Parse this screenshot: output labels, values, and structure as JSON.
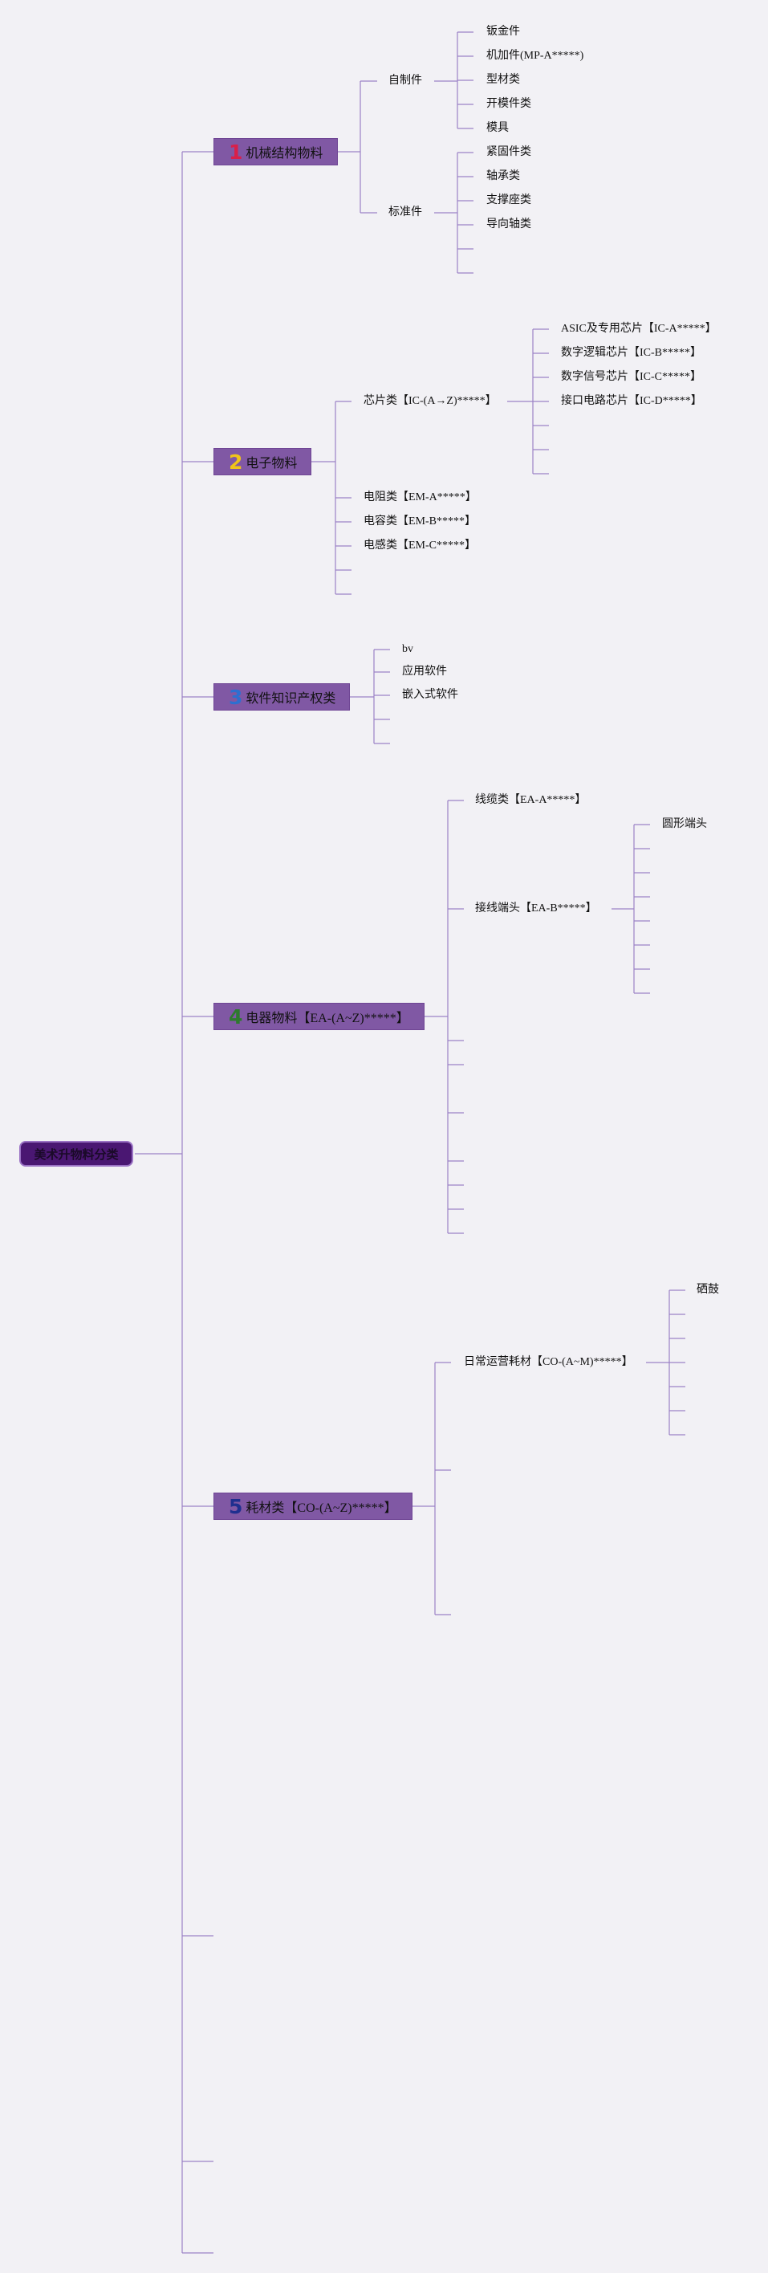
{
  "root": {
    "label": "美术升物料分类"
  },
  "colors": {
    "line": "#9b82c6",
    "root_bg": "#4a1772",
    "branch_bg": "#8058a4"
  },
  "branches": [
    {
      "number": "1",
      "number_color": "#d8204a",
      "label": "机械结构物料",
      "groups": [
        {
          "label": "自制件",
          "items": [
            "钣金件",
            "机加件(MP-A*****)",
            "型材类",
            "开模件类",
            "模具"
          ]
        },
        {
          "label": "标准件",
          "items": [
            "紧固件类",
            "轴承类",
            "支撑座类",
            "导向轴类",
            "",
            ""
          ]
        }
      ]
    },
    {
      "number": "2",
      "number_color": "#f0c419",
      "label": "电子物料",
      "groups": [
        {
          "label": "芯片类【IC-(A→Z)*****】",
          "items": [
            "ASIC及专用芯片【IC-A*****】",
            "数字逻辑芯片【IC-B*****】",
            "数字信号芯片【IC-C*****】",
            "接口电路芯片【IC-D*****】",
            "",
            "",
            ""
          ]
        }
      ],
      "items": [
        "电阻类【EM-A*****】",
        "电容类【EM-B*****】",
        "电感类【EM-C*****】",
        "",
        ""
      ]
    },
    {
      "number": "3",
      "number_color": "#2e6fd0",
      "label": "软件知识产权类",
      "items": [
        "bv",
        "应用软件",
        "嵌入式软件",
        "",
        ""
      ]
    },
    {
      "number": "4",
      "number_color": "#2e7a2e",
      "label": "电器物料【EA-(A~Z)*****】",
      "groups": [
        {
          "label": "线缆类【EA-A*****】",
          "items": []
        },
        {
          "label": "接线端头【EA-B*****】",
          "items": [
            "圆形端头",
            "",
            "",
            "",
            "",
            "",
            "",
            ""
          ]
        }
      ],
      "items": [
        "",
        "",
        "",
        "",
        "",
        "",
        ""
      ]
    },
    {
      "number": "5",
      "number_color": "#1f2f8f",
      "label": "耗材类【CO-(A~Z)*****】",
      "groups": [
        {
          "label": "日常运营耗材【CO-(A~M)*****】",
          "items": [
            "硒鼓",
            "",
            "",
            "",
            "",
            "",
            ""
          ]
        }
      ],
      "items": [
        "",
        ""
      ]
    }
  ],
  "extra_stubs": [
    "",
    "",
    ""
  ]
}
